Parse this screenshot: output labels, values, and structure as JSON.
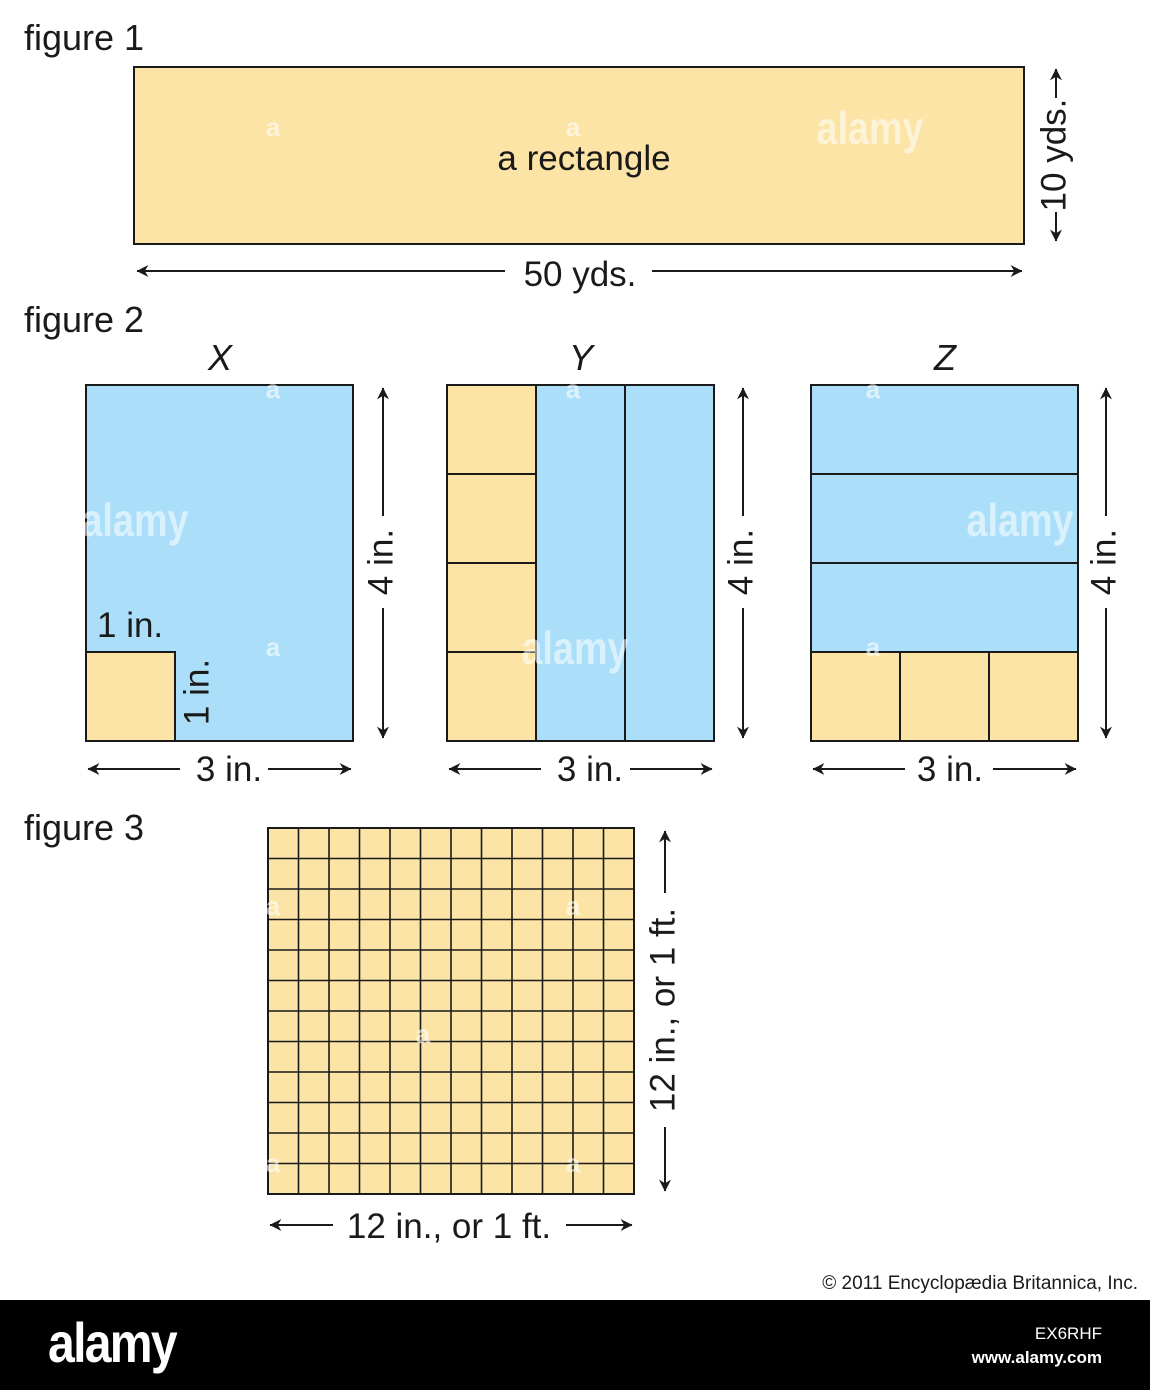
{
  "figure1": {
    "title": "figure 1",
    "inner_label": "a rectangle",
    "width_label": "50 yds.",
    "height_label": "10 yds."
  },
  "figure2": {
    "title": "figure 2",
    "panel_x": {
      "name": "X",
      "width_label": "3 in.",
      "height_label": "4 in.",
      "unit_top_label": "1 in.",
      "unit_side_label": "1 in."
    },
    "panel_y": {
      "name": "Y",
      "width_label": "3 in.",
      "height_label": "4 in."
    },
    "panel_z": {
      "name": "Z",
      "width_label": "3 in.",
      "height_label": "4 in."
    },
    "grid_columns": 3,
    "grid_rows": 4
  },
  "figure3": {
    "title": "figure 3",
    "width_label": "12 in., or 1 ft.",
    "height_label": "12 in., or 1 ft.",
    "grid_columns": 12,
    "grid_rows": 12
  },
  "copyright": "© 2011 Encyclopædia Britannica, Inc.",
  "watermark": {
    "brand": "alamy",
    "image_code": "EX6RHF",
    "url": "www.alamy.com",
    "mark": "a"
  },
  "colors": {
    "tan_fill": "#fbe4a6",
    "blue_fill": "#abdff9",
    "stroke": "#1a1a1a",
    "footer_bg": "#000000"
  }
}
